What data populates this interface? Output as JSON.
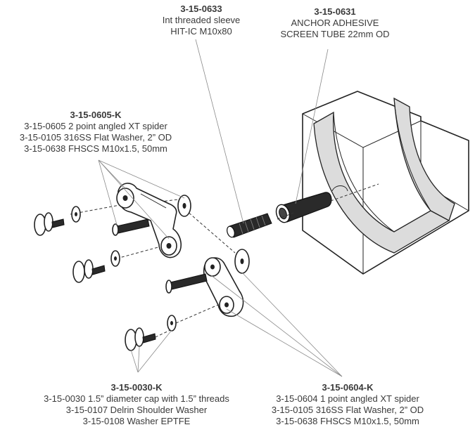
{
  "callouts": {
    "sleeve": {
      "code": "3-15-0633",
      "lines": [
        "Int threaded sleeve",
        "HIT-IC M10x80"
      ]
    },
    "screen_tube": {
      "code": "3-15-0631",
      "lines": [
        "ANCHOR ADHESIVE",
        "SCREEN TUBE 22mm OD"
      ]
    },
    "spider_2pt": {
      "code": "3-15-0605-K",
      "lines": [
        "3-15-0605 2 point angled XT spider",
        "3-15-0105 316SS Flat Washer, 2” OD",
        "3-15-0638 FHSCS M10x1.5, 50mm"
      ]
    },
    "cap": {
      "code": "3-15-0030-K",
      "lines": [
        "3-15-0030 1.5” diameter cap with 1.5” threads",
        "3-15-0107 Delrin Shoulder Washer",
        "3-15-0108 Washer EPTFE"
      ]
    },
    "spider_1pt": {
      "code": "3-15-0604-K",
      "lines": [
        "3-15-0604 1 point angled XT spider",
        "3-15-0105 316SS Flat Washer, 2” OD",
        "3-15-0638 FHSCS M10x1.5, 50mm"
      ]
    }
  }
}
